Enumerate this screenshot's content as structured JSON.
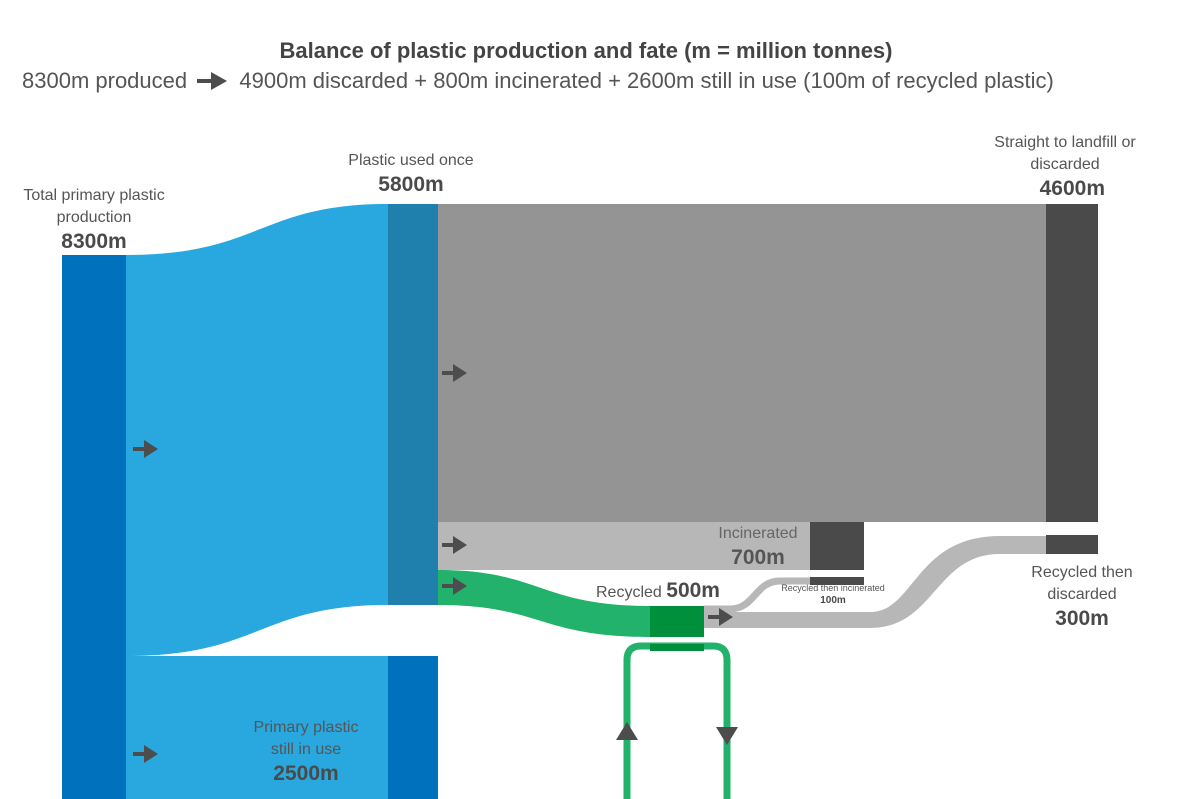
{
  "header": {
    "title": "Balance of plastic production and fate (m = million tonnes)",
    "subtitle_left": "8300m produced",
    "subtitle_right": "4900m discarded + 800m incinerated + 2600m still in use (100m of recycled plastic)"
  },
  "nodes": {
    "primary": {
      "label": "Total primary plastic production",
      "value": "8300m"
    },
    "used_once": {
      "label": "Plastic used once",
      "value": "5800m"
    },
    "landfill": {
      "label": "Straight to landfill or discarded",
      "value": "4600m"
    },
    "incinerated": {
      "label": "Incinerated",
      "value": "700m"
    },
    "recycled": {
      "label": "Recycled",
      "value": "500m"
    },
    "recycled_incinerated": {
      "label": "Recycled then incinerated",
      "value": "100m"
    },
    "recycled_discarded": {
      "label": "Recycled then discarded",
      "value": "300m"
    },
    "still_in_use": {
      "label": "Primary plastic still in use",
      "value": "2500m"
    }
  },
  "colors": {
    "primary_dark": "#0071bc",
    "primary_light": "#29a8e0",
    "used_once_bar": "#1f7fad",
    "discard_flow": "#949494",
    "incinerate_flow": "#b7b7b7",
    "recycle_green": "#23b26b",
    "recycle_dark_green": "#008f3b",
    "dark_node": "#4a4a4a",
    "arrow": "#4d4d4d"
  },
  "icons": [
    "right-arrow-icon",
    "up-arrow-icon",
    "down-arrow-icon"
  ]
}
